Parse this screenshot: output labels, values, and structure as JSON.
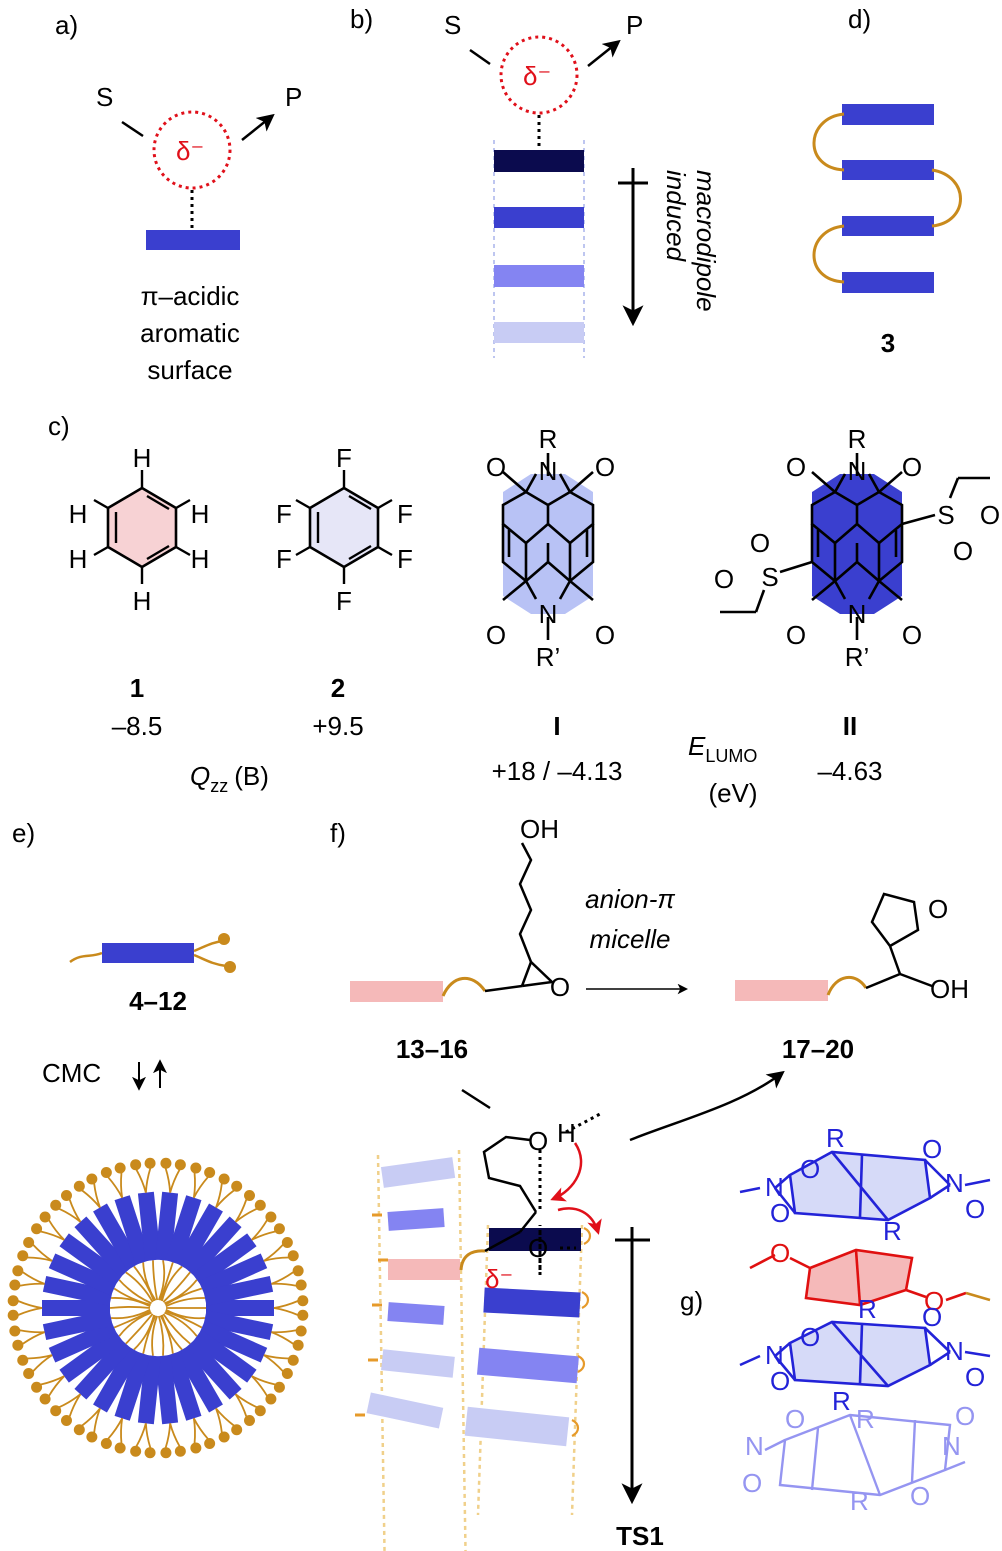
{
  "colors": {
    "nap_blue": "#3a3fcf",
    "nap_dark": "#0b0b4e",
    "nap_mid": "#8484f2",
    "nap_light": "#c8ccf4",
    "chain_gold": "#c98a1c",
    "substrate_pink": "#f5b9b9",
    "delta_red": "#e0101a"
  },
  "panel_a": {
    "label": "a)",
    "s": "S",
    "p": "P",
    "delta": "δ⁻",
    "caption": [
      "π–acidic",
      "aromatic",
      "surface"
    ]
  },
  "panel_b": {
    "label": "b)",
    "s": "S",
    "p": "P",
    "delta": "δ⁻",
    "arrow_text": [
      "induced",
      "macrodipole"
    ]
  },
  "panel_d": {
    "label": "d)",
    "compound": "3"
  },
  "panel_c": {
    "label": "c)",
    "benzene_atoms": [
      "H",
      "H",
      "H",
      "H",
      "H",
      "H"
    ],
    "c6f6_atoms": [
      "F",
      "F",
      "F",
      "F",
      "F",
      "F"
    ],
    "nd1_atoms": {
      "r": "R",
      "r2": "R’",
      "o": "O",
      "n": "N"
    },
    "nd2_atoms": {
      "r": "R",
      "r2": "R’",
      "o": "O",
      "n": "N",
      "s": "S"
    },
    "compound_1": "1",
    "value_1": "–8.5",
    "compound_2": "2",
    "value_2": "+9.5",
    "qzz_sym": "Q",
    "qzz_sub": "zz",
    "qzz_unit": "(B)",
    "compound_I": "I",
    "value_I": "+18 / –4.13",
    "elumo_sym": "E",
    "elumo_sub": "LUMO",
    "elumo_unit": "(eV)",
    "compound_II": "II",
    "value_II": "–4.63"
  },
  "panel_e": {
    "label": "e)",
    "compound": "4–12",
    "cmc": "CMC"
  },
  "panel_f": {
    "label": "f)",
    "oh": "OH",
    "o": "O",
    "h": "H",
    "arrow_text": [
      "anion-π",
      "micelle"
    ],
    "reactant": "13–16",
    "product": "17–20",
    "delta": "δ⁻",
    "ts": "TS1"
  },
  "panel_g": {
    "label": "g)",
    "atoms": {
      "r": "R",
      "o": "O",
      "n": "N"
    }
  }
}
